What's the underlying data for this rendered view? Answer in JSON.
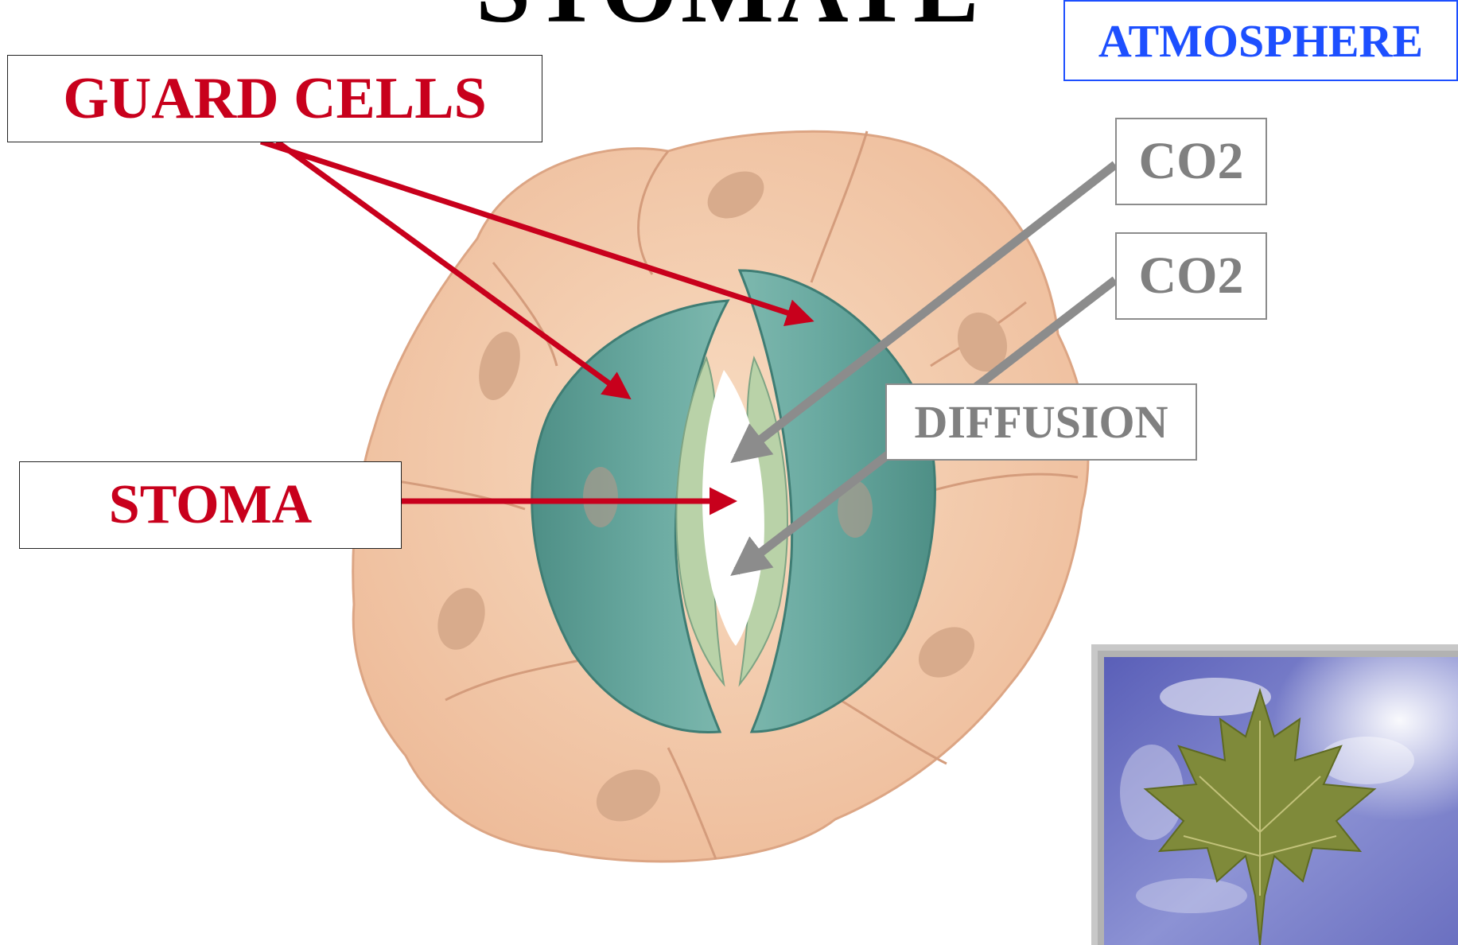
{
  "title": "STOMATE",
  "labels": {
    "guard_cells": "GUARD CELLS",
    "stoma": "STOMA",
    "atmosphere": "ATMOSPHERE",
    "co2_top": "CO2",
    "co2_bottom": "CO2",
    "diffusion": "DIFFUSION"
  },
  "colors": {
    "guard_cell_arrows": "#c8001c",
    "co2_arrows": "#8c8c8c",
    "atmosphere_text": "#1d4fff",
    "epidermal_cells": "#f2cfb2",
    "guard_cells": "#5e9e96"
  },
  "photo": {
    "icon": "maple-leaf-icon"
  }
}
